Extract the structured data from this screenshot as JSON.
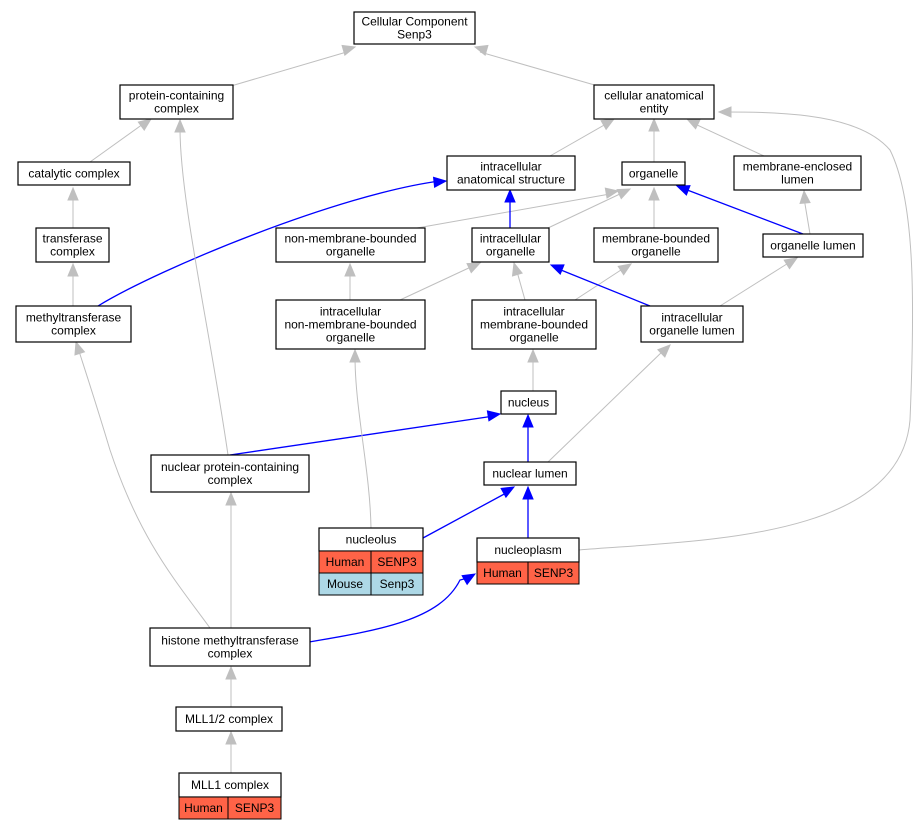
{
  "nodes": {
    "root": [
      "Cellular Component",
      "Senp3"
    ],
    "protein_containing_complex": [
      "protein-containing",
      "complex"
    ],
    "cellular_anatomical_entity": [
      "cellular anatomical",
      "entity"
    ],
    "catalytic_complex": [
      "catalytic complex"
    ],
    "intracellular_anatomical_structure": [
      "intracellular",
      "anatomical structure"
    ],
    "organelle": [
      "organelle"
    ],
    "membrane_enclosed_lumen": [
      "membrane-enclosed",
      "lumen"
    ],
    "transferase_complex": [
      "transferase",
      "complex"
    ],
    "non_membrane_bounded_organelle": [
      "non-membrane-bounded",
      "organelle"
    ],
    "intracellular_organelle": [
      "intracellular",
      "organelle"
    ],
    "membrane_bounded_organelle": [
      "membrane-bounded",
      "organelle"
    ],
    "organelle_lumen": [
      "organelle lumen"
    ],
    "methyltransferase_complex": [
      "methyltransferase",
      "complex"
    ],
    "intracellular_non_membrane_bounded_organelle": [
      "intracellular",
      "non-membrane-bounded",
      "organelle"
    ],
    "intracellular_membrane_bounded_organelle": [
      "intracellular",
      "membrane-bounded",
      "organelle"
    ],
    "intracellular_organelle_lumen": [
      "intracellular",
      "organelle lumen"
    ],
    "nucleus": [
      "nucleus"
    ],
    "nuclear_lumen": [
      "nuclear lumen"
    ],
    "nuclear_protein_containing_complex": [
      "nuclear protein-containing",
      "complex"
    ],
    "nucleolus": [
      "nucleolus"
    ],
    "nucleoplasm": [
      "nucleoplasm"
    ],
    "histone_methyltransferase_complex": [
      "histone methyltransferase",
      "complex"
    ],
    "mll1_2_complex": [
      "MLL1/2 complex"
    ],
    "mll1_complex": [
      "MLL1 complex"
    ]
  },
  "annotations": {
    "nucleolus": [
      {
        "species": "Human",
        "gene": "SENP3"
      },
      {
        "species": "Mouse",
        "gene": "Senp3"
      }
    ],
    "nucleoplasm": [
      {
        "species": "Human",
        "gene": "SENP3"
      }
    ],
    "mll1_complex": [
      {
        "species": "Human",
        "gene": "SENP3"
      }
    ]
  },
  "legend_colors": {
    "human": "#ff6347",
    "mouse": "#add8e6",
    "highlighted_edge": "#0000ff",
    "edge": "#bfbfbf"
  }
}
